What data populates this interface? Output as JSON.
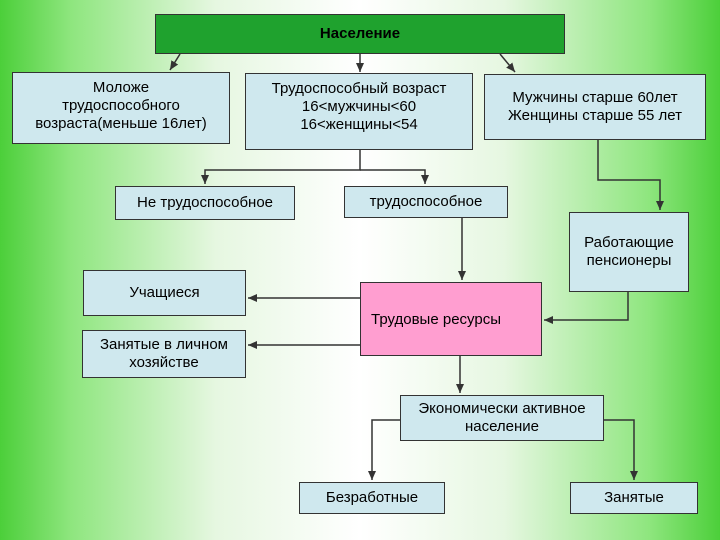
{
  "diagram": {
    "nodes": {
      "population": "Население",
      "younger": "Моложе\nтрудоспособного\nвозраста(меньше 16лет)",
      "working_age": "Трудоспособный возраст\n16<мужчины<60\n16<женщины<54",
      "older": "Мужчины старше 60лет\nЖенщины старше 55 лет",
      "not_able": "Не трудоспособное",
      "able": "трудоспособное",
      "working_pensioners": "Работающие\nпенсионеры",
      "students": "Учащиеся",
      "household": "Занятые в личном\nхозяйстве",
      "labor_resources": "Трудовые ресурсы",
      "economically_active": "Экономически активное\nнаселение",
      "unemployed": "Безработные",
      "employed": "Занятые"
    },
    "colors": {
      "header": "#1fa22e",
      "box": "#cfe8ee",
      "highlight": "#ff9ed0",
      "line": "#333333"
    }
  }
}
